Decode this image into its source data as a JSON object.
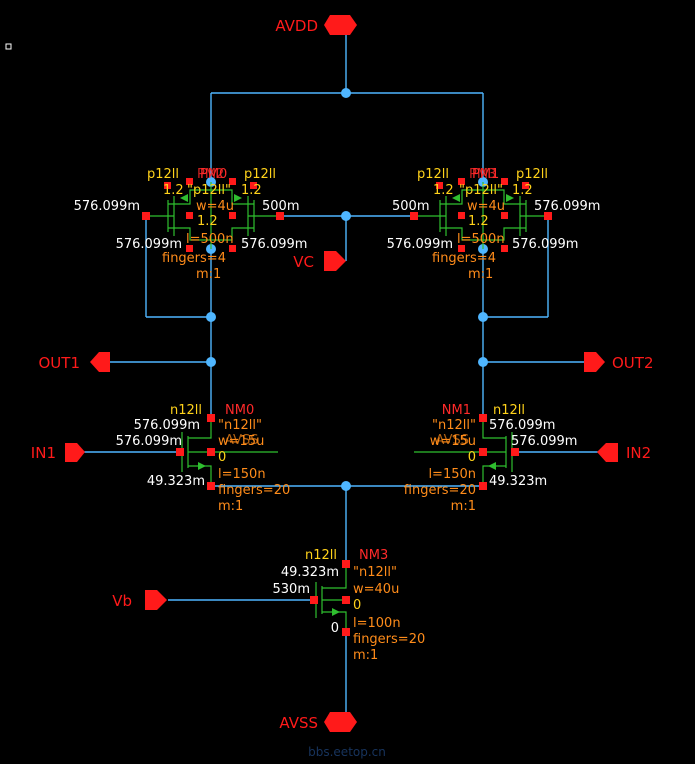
{
  "colors": {
    "background": "#000000",
    "wire": "#4fb6ff",
    "pin": "#ff1a1a",
    "device": "#2fbf2f",
    "device_text": "#ff8c1a",
    "net_value": "#ffffff",
    "cell_name": "#ffd21a",
    "instance_name": "#ff2a2a"
  },
  "pins": {
    "avdd": "AVDD",
    "avss": "AVSS",
    "out1": "OUT1",
    "out2": "OUT2",
    "in1": "IN1",
    "in2": "IN2",
    "vc": "VC",
    "vb": "Vb"
  },
  "pmos_left": {
    "cell_a": "p12ll",
    "cell_b": "p12ll",
    "inst": "PM0",
    "inst_overlap": "PM2",
    "bulk_a": "1.2",
    "bulk_b": "1.2",
    "model": "\"p12ll\"",
    "w": "w=4u",
    "bulk_mid": "1.2",
    "v_left": "576.099m",
    "v_gate": "500m",
    "v_bottom_left": "576.099m",
    "v_bottom_right": "576.099m",
    "length": "l=500n",
    "fingers": "fingers=4",
    "mult": "m:1"
  },
  "pmos_right": {
    "cell_a": "p12ll",
    "cell_b": "p12ll",
    "inst": "PM1",
    "inst_overlap": "PM3",
    "bulk_a": "1.2",
    "bulk_b": "1.2",
    "model": "\"p12ll\"",
    "w": "w=4u",
    "bulk_mid": "1.2",
    "v_right": "576.099m",
    "v_gate": "500m",
    "v_bottom_left": "576.099m",
    "v_bottom_right": "576.099m",
    "length": "l=500n",
    "fingers": "fingers=4",
    "mult": "m:1"
  },
  "nm0": {
    "cell": "n12ll",
    "inst": "NM0",
    "v_drain": "576.099m",
    "model": "\"n12ll\"",
    "v_gate": "576.099m",
    "w": "w=15u",
    "body": "0",
    "bulk_net": "AVSS",
    "v_source": "49.323m",
    "length": "l=150n",
    "fingers": "fingers=20",
    "mult": "m:1"
  },
  "nm1": {
    "cell": "n12ll",
    "inst": "NM1",
    "v_drain": "576.099m",
    "model": "\"n12ll\"",
    "v_gate": "576.099m",
    "w": "w=15u",
    "body": "0",
    "bulk_net": "AVSS",
    "v_source": "49.323m",
    "length": "l=150n",
    "fingers": "fingers=20",
    "mult": "m:1"
  },
  "nm3": {
    "cell": "n12ll",
    "inst": "NM3",
    "v_drain": "49.323m",
    "model": "\"n12ll\"",
    "v_gate": "530m",
    "w": "w=40u",
    "body": "0",
    "v_source": "0",
    "length": "l=100n",
    "fingers": "fingers=20",
    "mult": "m:1"
  },
  "watermark": "bbs.eetop.cn"
}
